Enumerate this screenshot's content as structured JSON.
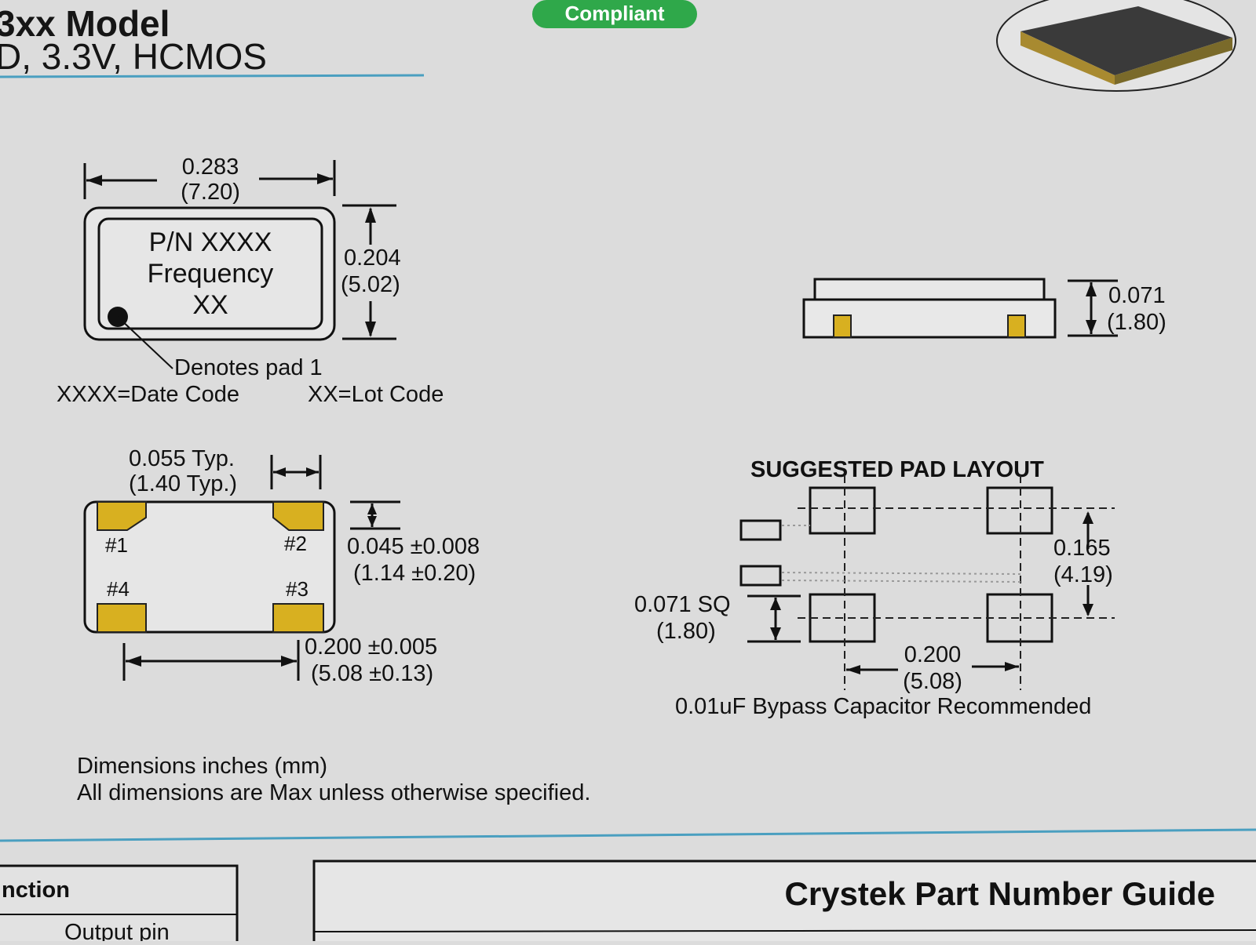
{
  "header": {
    "title": "3xx Model",
    "subtitle": "D, 3.3V, HCMOS",
    "badge": "Compliant"
  },
  "top_view": {
    "width_in": "0.283",
    "width_mm": "(7.20)",
    "height_in": "0.204",
    "height_mm": "(5.02)",
    "marking_line1": "P/N XXXX",
    "marking_line2": "Frequency",
    "marking_line3": "XX",
    "pad1_note": "Denotes pad 1",
    "date_code_note": "XXXX=Date Code",
    "lot_code_note": "XX=Lot Code"
  },
  "side_view": {
    "height_in": "0.071",
    "height_mm": "(1.80)"
  },
  "bottom_view": {
    "pad_width_in": "0.055 Typ.",
    "pad_width_mm": "(1.40 Typ.)",
    "pad_height_in": "0.045 ±0.008",
    "pad_height_mm": "(1.14 ±0.20)",
    "pitch_in": "0.200 ±0.005",
    "pitch_mm": "(5.08 ±0.13)",
    "pad_labels": [
      "#1",
      "#2",
      "#4",
      "#3"
    ]
  },
  "pad_layout": {
    "heading": "SUGGESTED PAD LAYOUT",
    "pad_size_in": "0.071 SQ",
    "pad_size_mm": "(1.80)",
    "row_spacing_in": "0.165",
    "row_spacing_mm": "(4.19)",
    "col_spacing_in": "0.200",
    "col_spacing_mm": "(5.08)",
    "bypass_note": "0.01uF Bypass Capacitor Recommended"
  },
  "notes": {
    "dimensions_unit": "Dimensions  inches (mm)",
    "max_note": "All dimensions are Max unless otherwise specified."
  },
  "footer": {
    "function_header": "nction",
    "output_pin": "Output pin",
    "guide_title": "Crystek Part Number Guide"
  },
  "colors": {
    "page_bg": "#dcdcdc",
    "accent_rule": "#4a9fc0",
    "pad_gold": "#d8b020",
    "badge_green": "#2fa84a"
  }
}
